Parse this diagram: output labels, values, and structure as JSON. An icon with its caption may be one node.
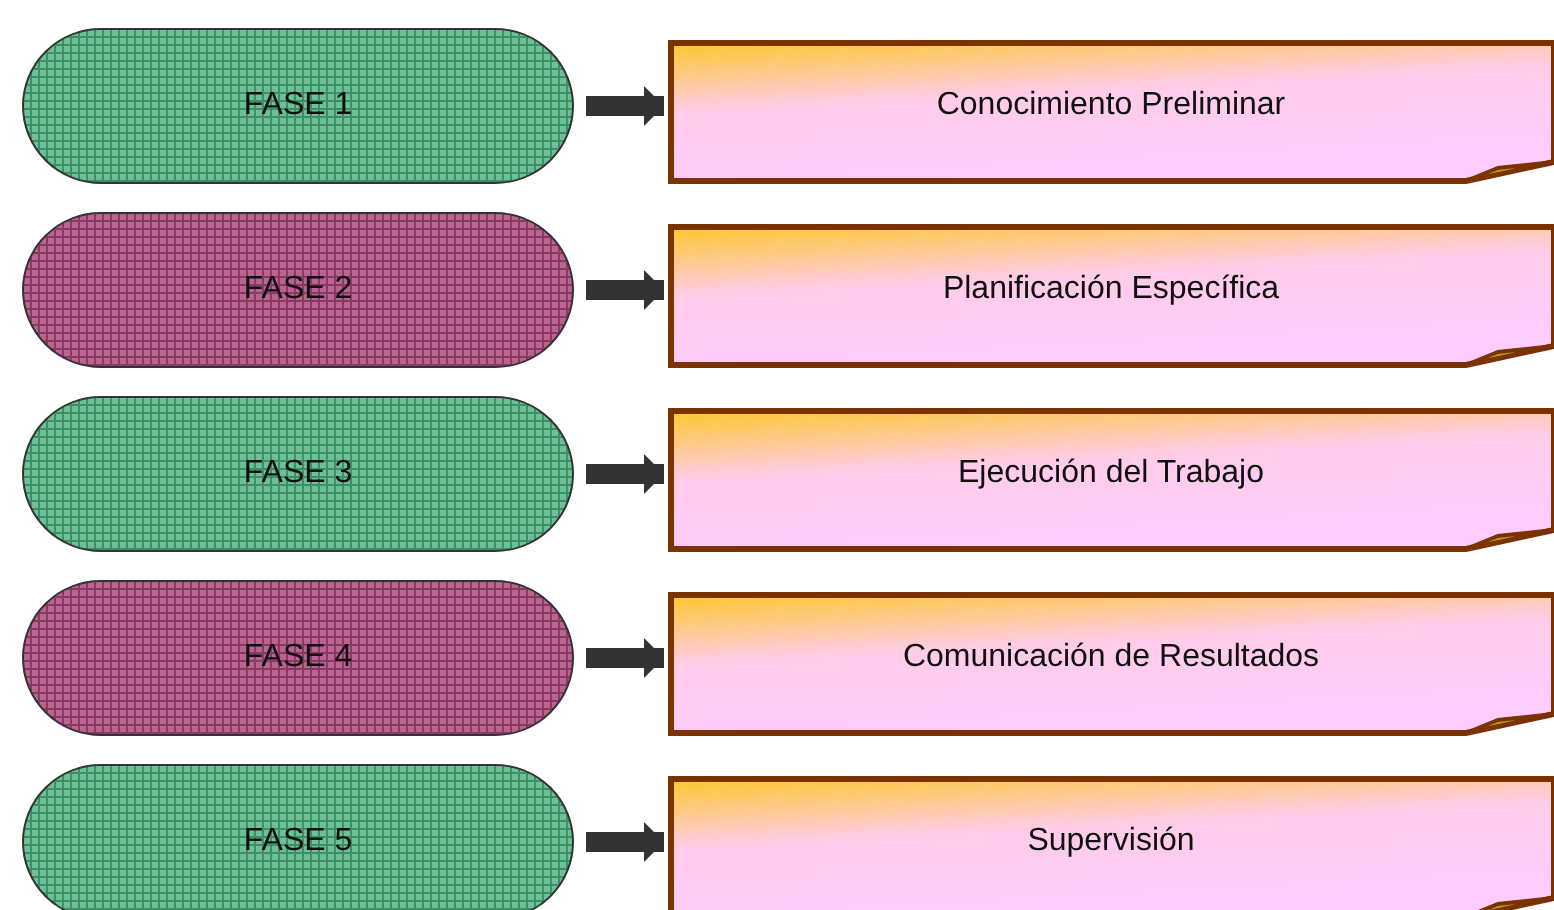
{
  "diagram": {
    "nodes": [
      {
        "text": [
          "FASE 1"
        ]
      },
      {
        "text": [
          "Conocimiento Preliminar"
        ]
      },
      {
        "text": [
          "FASE 2"
        ]
      },
      {
        "text": [
          "Planificación Específica"
        ]
      },
      {
        "text": [
          "FASE 3"
        ]
      },
      {
        "text": [
          "Ejecución del Trabajo"
        ]
      },
      {
        "text": [
          "FASE 4"
        ]
      },
      {
        "text": [
          "Comunicación de Resultados"
        ]
      },
      {
        "text": [
          "FASE 5"
        ]
      },
      {
        "text": [
          "Supervisión"
        ]
      }
    ],
    "edges": [
      {
        "from": 0,
        "to": 1,
        "arrow": "to"
      },
      {
        "from": 2,
        "to": 3,
        "arrow": "to"
      },
      {
        "from": 4,
        "to": 5,
        "arrow": "to"
      },
      {
        "from": 6,
        "to": 7,
        "arrow": "to"
      },
      {
        "from": 8,
        "to": 9,
        "arrow": "to"
      }
    ]
  }
}
